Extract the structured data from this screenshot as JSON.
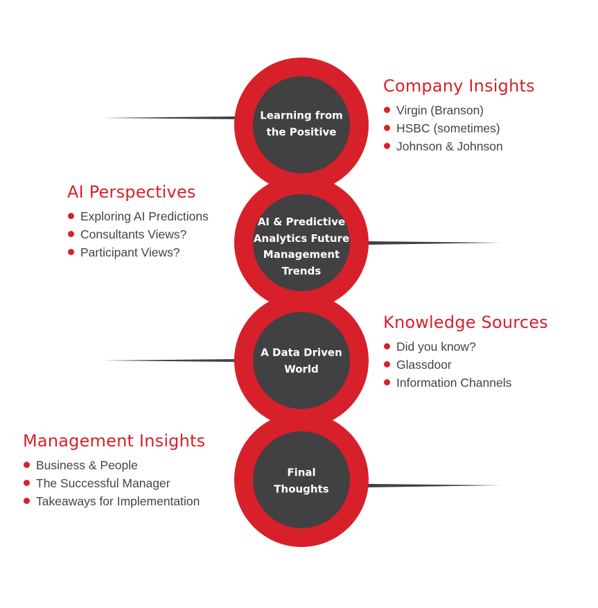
{
  "colors": {
    "accent": "#d7202a",
    "dark": "#414042",
    "text": "#444444"
  },
  "circles": [
    {
      "label": "Learning from the Positive"
    },
    {
      "label": "AI & Predictive Analytics Future Management Trends"
    },
    {
      "label": "A Data Driven World"
    },
    {
      "label": "Final Thoughts"
    }
  ],
  "sections": [
    {
      "title": "Company Insights",
      "items": [
        "Virgin (Branson)",
        "HSBC (sometimes)",
        "Johnson & Johnson"
      ]
    },
    {
      "title": "AI Perspectives",
      "items": [
        "Exploring AI Predictions",
        "Consultants Views?",
        "Participant Views?"
      ]
    },
    {
      "title": "Knowledge Sources",
      "items": [
        "Did you know?",
        "Glassdoor",
        "Information Channels"
      ]
    },
    {
      "title": "Management Insights",
      "items": [
        "Business & People",
        "The Successful Manager",
        "Takeaways for Implementation"
      ]
    }
  ]
}
